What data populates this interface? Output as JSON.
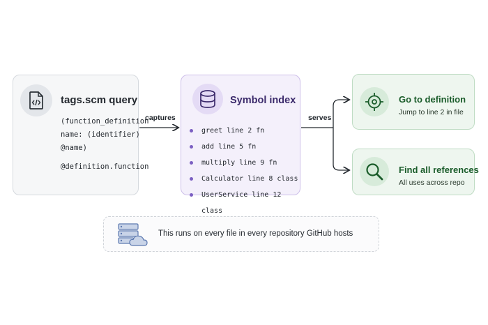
{
  "query": {
    "title": "tags.scm query",
    "code": [
      "(function_definition",
      "name: (identifier)",
      "@name)",
      "@definition.function"
    ]
  },
  "edges": {
    "captures": "captures",
    "serves": "serves"
  },
  "index": {
    "title": "Symbol index",
    "symbols": [
      "greet line 2 fn",
      "add line 5 fn",
      "multiply line 9 fn",
      "Calculator line 8 class",
      "UserService line 12 class"
    ]
  },
  "goto": {
    "title": "Go to definition",
    "subtitle": "Jump to line 2 in file"
  },
  "refs": {
    "title": "Find all references",
    "subtitle": "All uses across repo"
  },
  "note": {
    "text": "This runs on every file in every repository GitHub hosts"
  },
  "colors": {
    "purple": "#7b5fc2",
    "green": "#1a7f37",
    "grey": "#57606a"
  },
  "icons": [
    "code-file-icon",
    "database-icon",
    "target-icon",
    "magnifier-icon",
    "server-cloud-icon"
  ]
}
